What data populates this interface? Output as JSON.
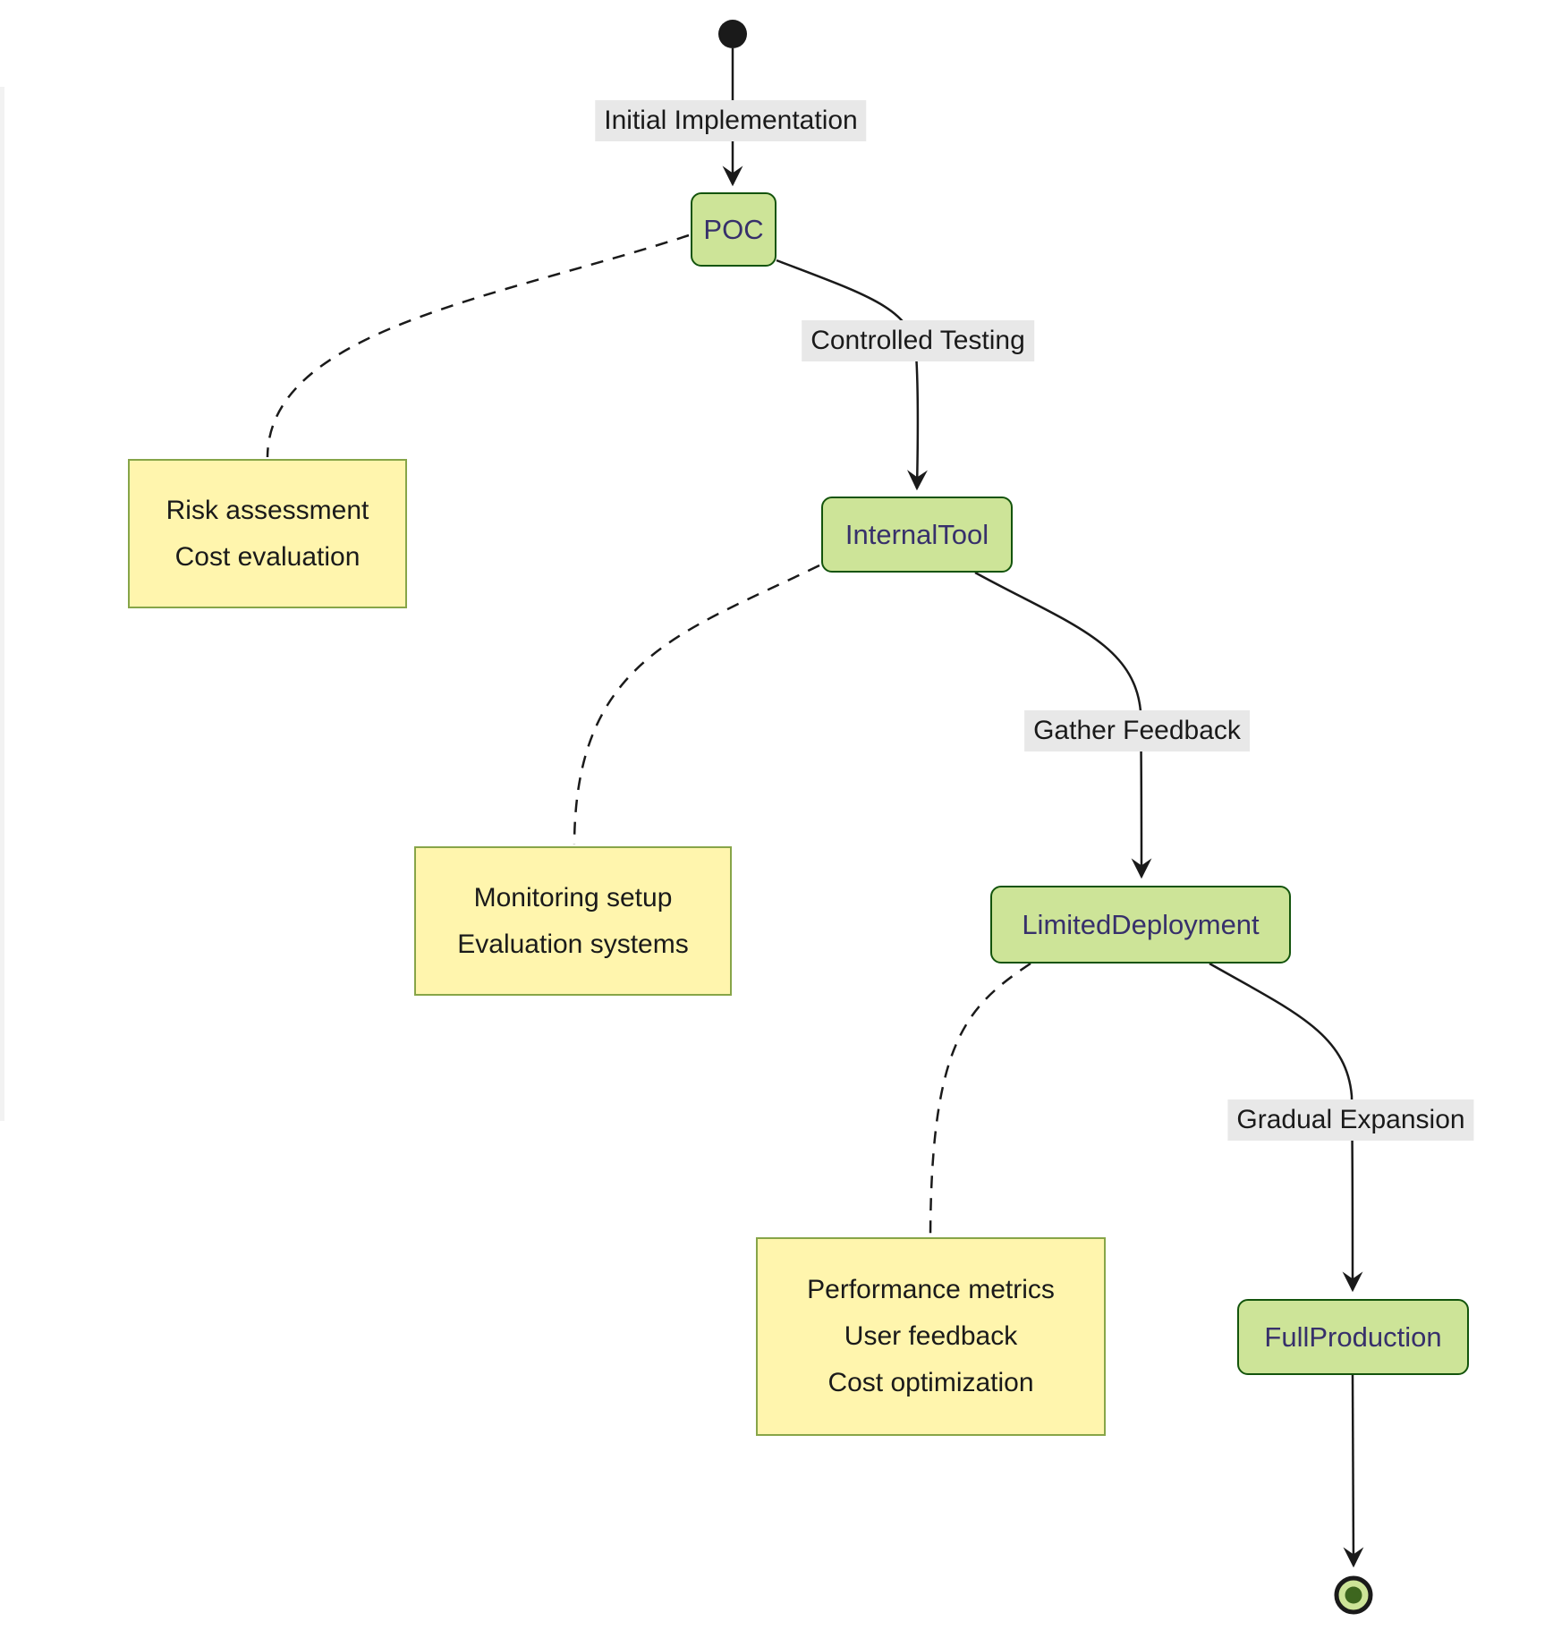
{
  "diagram": {
    "type": "state-diagram",
    "colors": {
      "state_fill": "#cde498",
      "state_border": "#13540c",
      "state_text": "#37306b",
      "note_fill": "#fff5ad",
      "note_border": "#87a548",
      "edge_label_bg": "#e8e8e8",
      "edge_color": "#1a1a1a",
      "final_dot": "#3d661e"
    },
    "states": [
      {
        "id": "poc",
        "label": "POC"
      },
      {
        "id": "internal-tool",
        "label": "InternalTool"
      },
      {
        "id": "limited-deployment",
        "label": "LimitedDeployment"
      },
      {
        "id": "full-production",
        "label": "FullProduction"
      }
    ],
    "edges": [
      {
        "from": "start",
        "to": "POC",
        "label": "Initial Implementation"
      },
      {
        "from": "POC",
        "to": "InternalTool",
        "label": "Controlled Testing"
      },
      {
        "from": "InternalTool",
        "to": "LimitedDeployment",
        "label": "Gather Feedback"
      },
      {
        "from": "LimitedDeployment",
        "to": "FullProduction",
        "label": "Gradual Expansion"
      },
      {
        "from": "FullProduction",
        "to": "end",
        "label": ""
      }
    ],
    "notes": [
      {
        "attached_to": "POC",
        "lines": [
          "Risk assessment",
          "Cost evaluation"
        ]
      },
      {
        "attached_to": "InternalTool",
        "lines": [
          "Monitoring setup",
          "Evaluation systems"
        ]
      },
      {
        "attached_to": "LimitedDeployment",
        "lines": [
          "Performance metrics",
          "User feedback",
          "Cost optimization"
        ]
      }
    ]
  }
}
